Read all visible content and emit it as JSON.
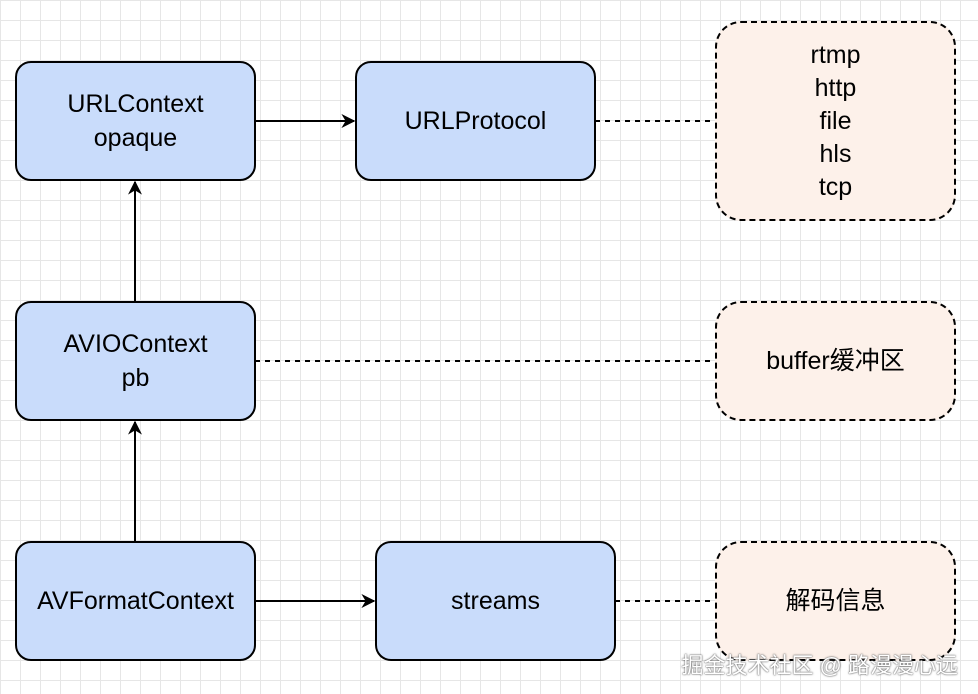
{
  "nodes": {
    "url_context": {
      "line1": "URLContext",
      "line2": "opaque"
    },
    "url_protocol": {
      "line1": "URLProtocol"
    },
    "avio_context": {
      "line1": "AVIOContext",
      "line2": "pb"
    },
    "avformat_context": {
      "line1": "AVFormatContext"
    },
    "streams": {
      "line1": "streams"
    }
  },
  "notes": {
    "protocols": [
      "rtmp",
      "http",
      "file",
      "hls",
      "tcp"
    ],
    "buffer": "buffer缓冲区",
    "decode_info": "解码信息"
  },
  "watermark": "掘金技术社区 @ 路漫漫心远",
  "colors": {
    "node_fill": "#c9dcfb",
    "note_fill": "#fdf1ea",
    "stroke": "#000000",
    "grid": "#e6e6e6"
  }
}
